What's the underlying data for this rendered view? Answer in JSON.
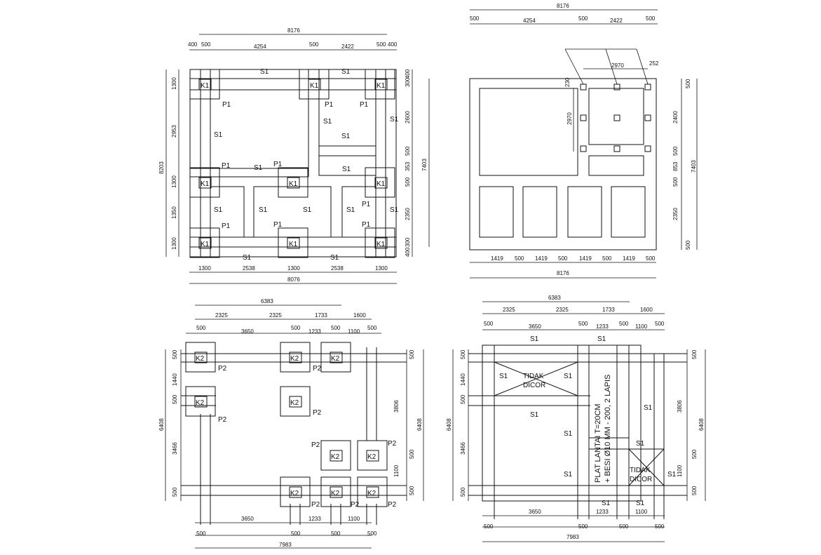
{
  "tl": {
    "k": "K1",
    "p": "P1",
    "s": "S1",
    "top_total": "8176",
    "top_a": "400",
    "top_b": "500",
    "top_c": "4254",
    "top_d": "500",
    "top_e": "2422",
    "top_f": "500",
    "top_g": "400",
    "bot_a": "1300",
    "bot_b": "2538",
    "bot_c": "1300",
    "bot_d": "2538",
    "bot_e": "1300",
    "bot_total": "8076",
    "left_total": "8203",
    "left_a": "1300",
    "left_b": "2953",
    "left_c": "1300",
    "left_d": "1350",
    "left_e": "1300",
    "right_a": "400",
    "right_b": "300",
    "right_c": "2600",
    "right_d": "500",
    "right_e": "353",
    "right_f": "500",
    "right_g": "2350",
    "right_h": "300",
    "right_i": "400",
    "right_total": "7403"
  },
  "tr": {
    "top_total": "8176",
    "top_a": "500",
    "top_b": "4254",
    "top_c": "500",
    "top_d": "2422",
    "top_e": "500",
    "inner_a": "2970",
    "inner_b": "252",
    "inner_c": "230",
    "inner_d": "2970",
    "bot_a": "1419",
    "bot_b": "500",
    "bot_c": "1419",
    "bot_d": "500",
    "bot_e": "1419",
    "bot_f": "500",
    "bot_g": "1419",
    "bot_h": "500",
    "bot_total": "8176",
    "right_a": "500",
    "right_b": "2400",
    "right_c": "500",
    "right_d": "853",
    "right_e": "500",
    "right_f": "2350",
    "right_g": "500",
    "right_total": "7403"
  },
  "bl": {
    "k": "K2",
    "p": "P2",
    "top_total": "6383",
    "top_a": "2325",
    "top_b": "2325",
    "top_c": "1733",
    "top_d": "1600",
    "row2_a": "500",
    "row2_b": "3650",
    "row2_c": "500",
    "row2_d": "1233",
    "row2_e": "500",
    "row2_f": "1100",
    "row2_g": "500",
    "bot_a": "3650",
    "bot_b": "1233",
    "bot_c": "1100",
    "bot_d": "500",
    "bot_e": "500",
    "bot_f": "500",
    "bot_g": "500",
    "bot_total": "7983",
    "left_total": "6408",
    "left_a": "500",
    "left_b": "1440",
    "left_c": "500",
    "left_d": "3466",
    "left_e": "500",
    "right_a": "500",
    "right_b": "3806",
    "right_c": "500",
    "right_d": "1100",
    "right_e": "500",
    "right_total": "6408"
  },
  "br": {
    "s": "S1",
    "tidak1": "TIDAK",
    "tidak2": "DICOR",
    "note1": "PLAT LANTAI  T=20CM",
    "note2": "+ BESI Ø10 MM - 200, 2 LAPIS",
    "top_total": "6383",
    "top_a": "2325",
    "top_b": "2325",
    "top_c": "1733",
    "top_d": "1600",
    "row2_a": "500",
    "row2_b": "3650",
    "row2_c": "500",
    "row2_d": "1233",
    "row2_e": "500",
    "row2_f": "1100",
    "row2_g": "500",
    "bot_a": "3650",
    "bot_b": "1233",
    "bot_c": "1100",
    "bot_d": "500",
    "bot_e": "500",
    "bot_f": "500",
    "bot_g": "500",
    "bot_total": "7983",
    "left_total": "6408",
    "left_a": "500",
    "left_b": "1440",
    "left_c": "500",
    "left_d": "3466",
    "left_e": "500",
    "right_a": "500",
    "right_b": "3806",
    "right_c": "500",
    "right_d": "1100",
    "right_e": "500",
    "right_total": "6408"
  }
}
